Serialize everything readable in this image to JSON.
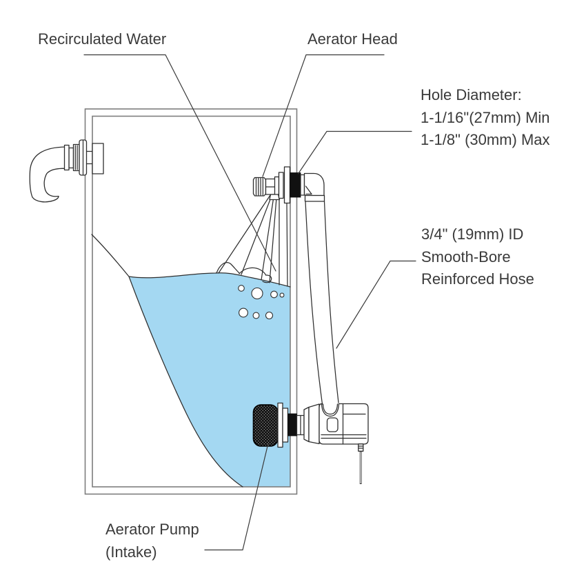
{
  "diagram": {
    "labels": {
      "recirculated_water": "Recirculated Water",
      "aerator_head": "Aerator Head",
      "hole_diameter": {
        "title": "Hole Diameter:",
        "min": "1-1/16\"(27mm) Min",
        "max": "1-1/8\" (30mm) Max"
      },
      "hose": {
        "line1": "3/4\" (19mm) ID",
        "line2": "Smooth-Bore",
        "line3": "Reinforced Hose"
      },
      "pump": {
        "line1": "Aerator Pump",
        "line2": "(Intake)"
      }
    },
    "colors": {
      "water": "#a4d8f2",
      "line": "#2e2e2e",
      "wall": "#7d7d7d",
      "text": "#3a3a3a",
      "bg": "#ffffff"
    }
  }
}
